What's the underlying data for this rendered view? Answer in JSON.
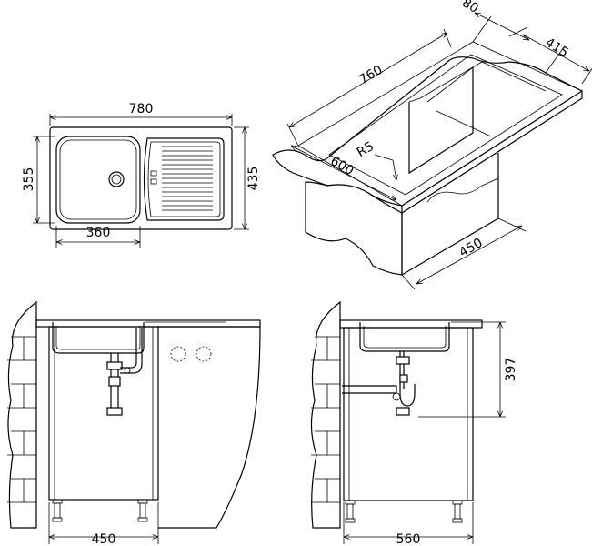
{
  "drawing": {
    "top_view": {
      "width_label": "780",
      "height_label": "435",
      "bowl_height_label": "355",
      "bowl_width_label": "360"
    },
    "iso_view": {
      "depth_top_label": "80",
      "length_label": "760",
      "width_label": "415",
      "radius_label": "R5",
      "cabinet_depth_label": "600",
      "cabinet_width_label": "450"
    },
    "front_view": {
      "cabinet_width_label": "450"
    },
    "side_view": {
      "cabinet_depth_label": "560",
      "height_label": "397"
    }
  }
}
